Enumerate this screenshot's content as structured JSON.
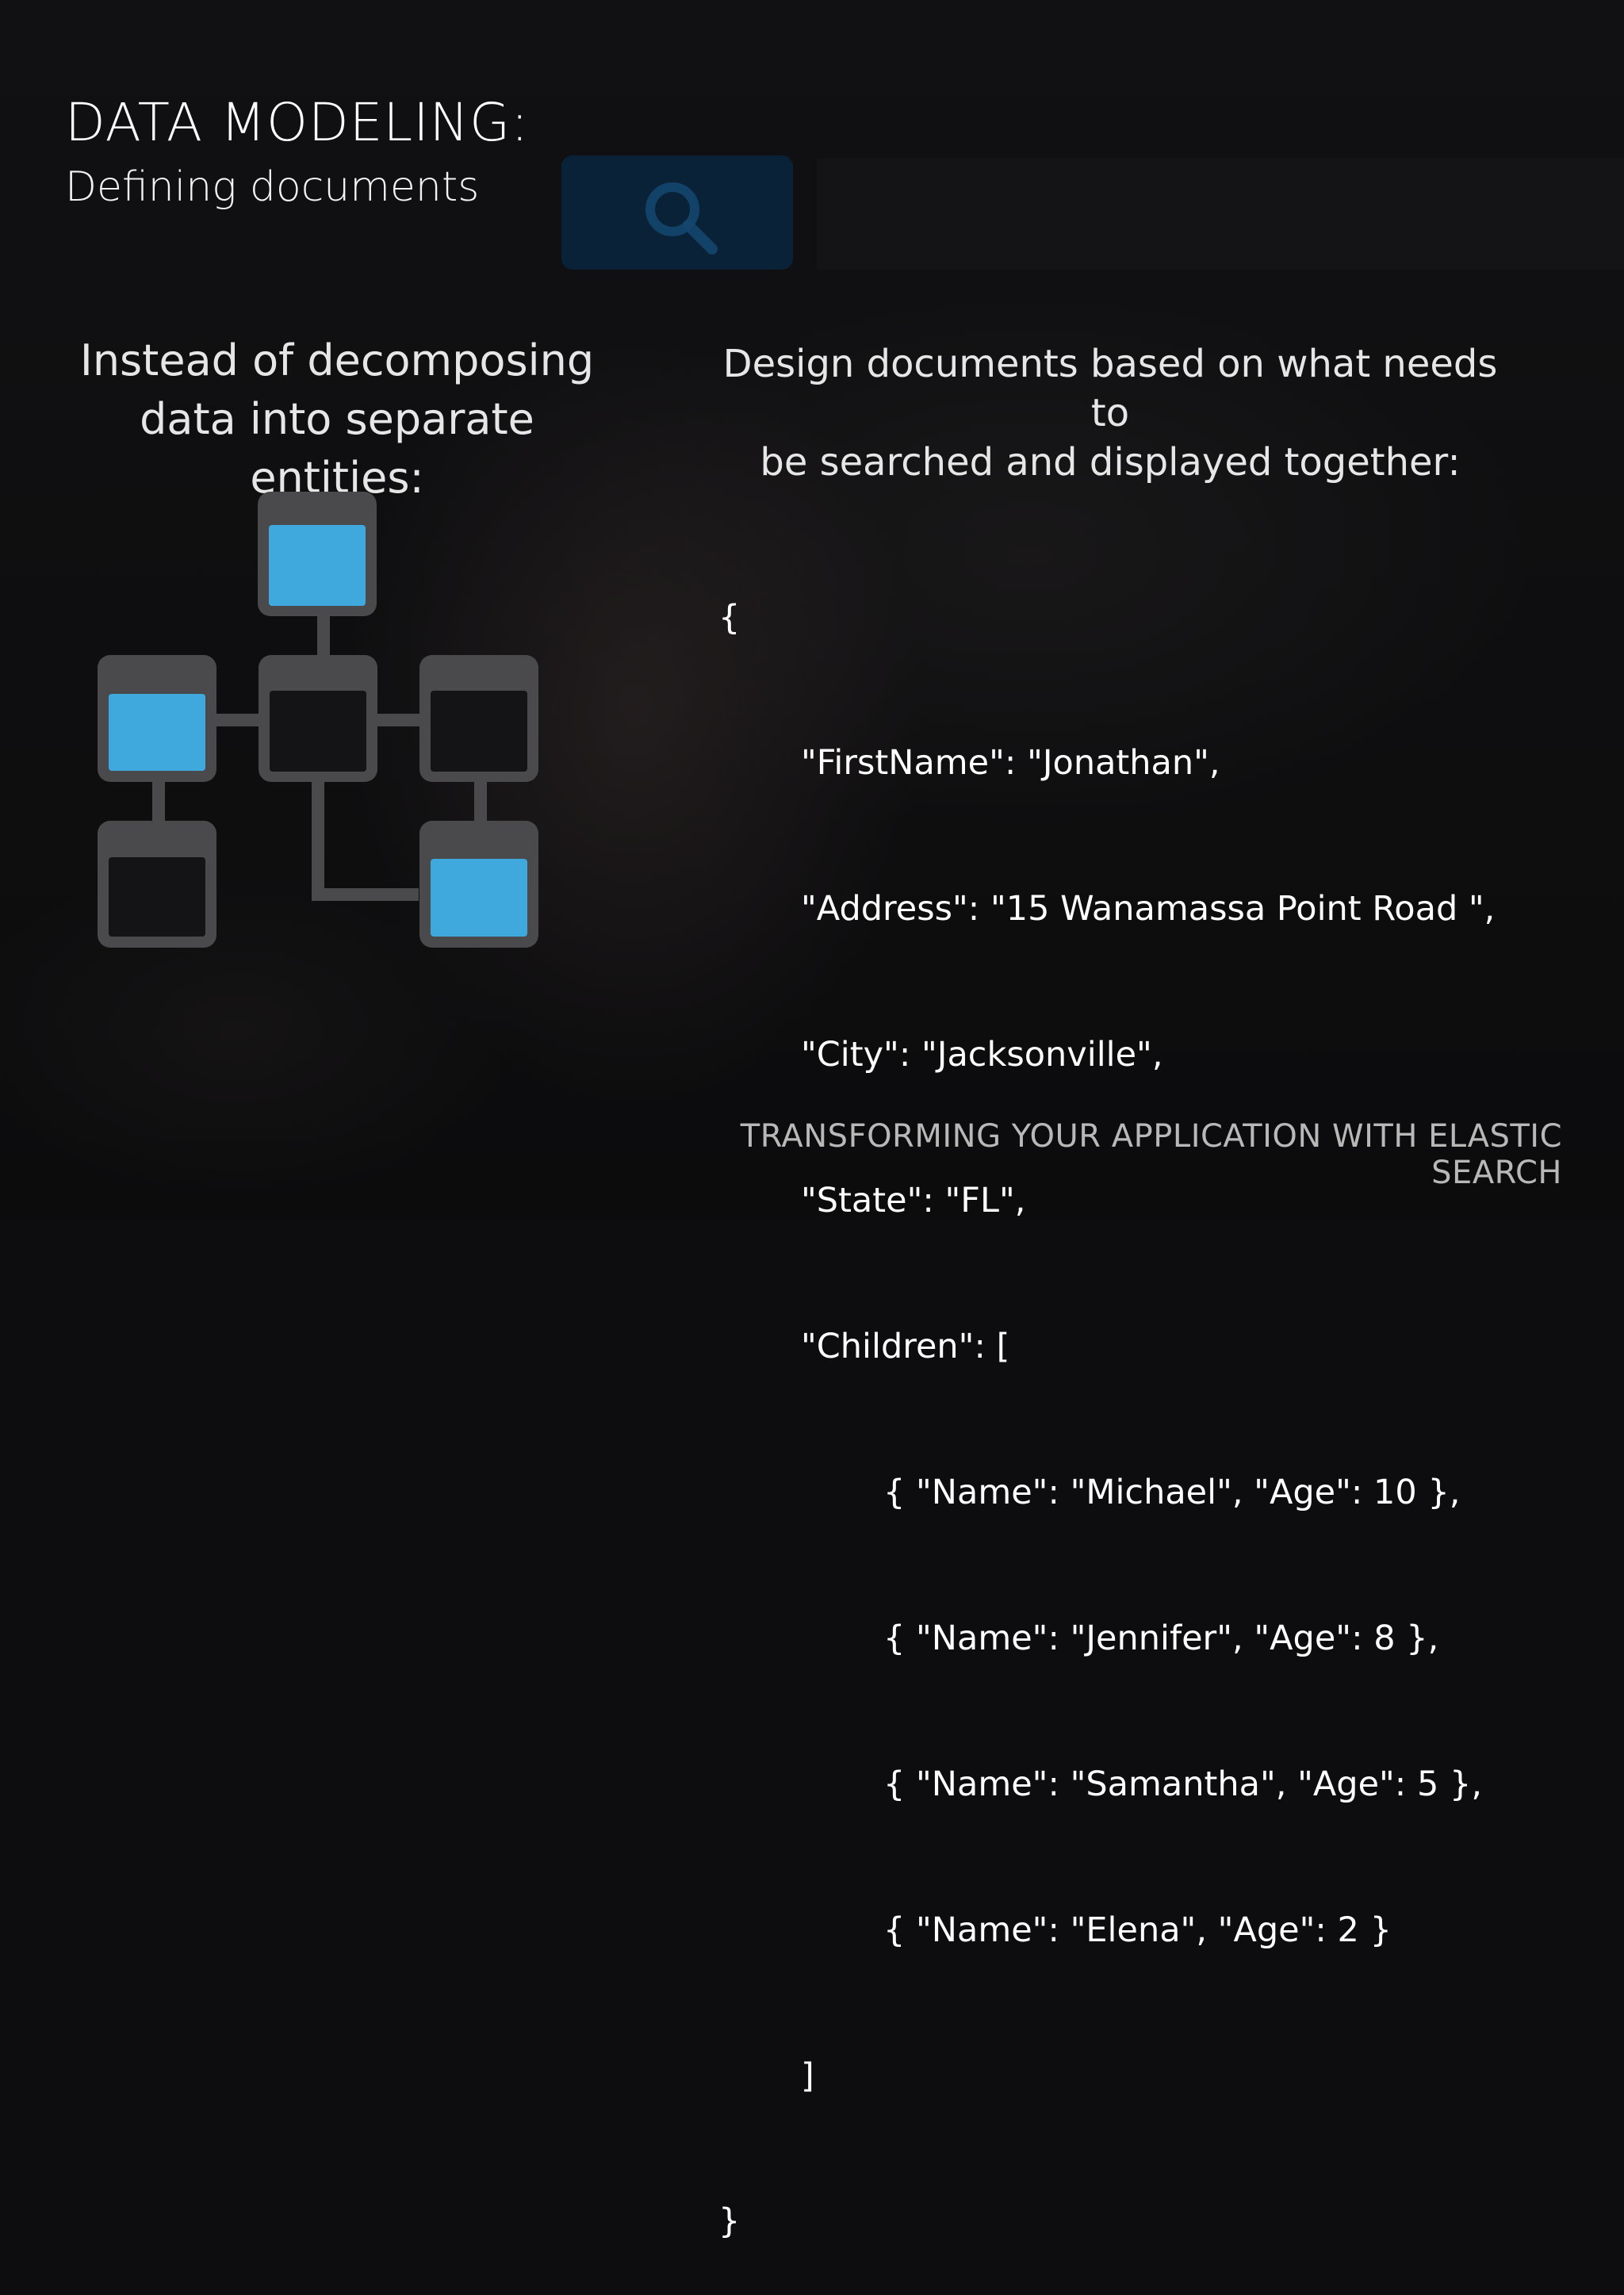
{
  "slide": {
    "title": "DATA MODELING:",
    "subtitle": "Defining documents",
    "left_caption": [
      "Instead of decomposing",
      "data into separate entities:"
    ],
    "right_caption": [
      "Design documents based on what needs to",
      "be searched and displayed together:"
    ],
    "footer": "TRANSFORMING YOUR APPLICATION WITH ELASTIC SEARCH"
  },
  "code": {
    "open_brace": "{",
    "fields": [
      "\"FirstName\": \"Jonathan\",",
      "\"Address\": \"15 Wanamassa Point Road \",",
      "\"City\": \"Jacksonville\",",
      "\"State\": \"FL\",",
      "\"Children\": ["
    ],
    "children": [
      "{ \"Name\": \"Michael\", \"Age\": 10 },",
      "{ \"Name\": \"Jennifer\", \"Age\": 8 },",
      "{ \"Name\": \"Samantha\", \"Age\": 5 },",
      "{ \"Name\": \"Elena\", \"Age\": 2 }"
    ],
    "close_bracket": "]",
    "close_brace": "}"
  },
  "colors": {
    "entity_fill": "#3fa9dd",
    "entity_frame": "#4a4a4d",
    "entity_empty": "#141416"
  },
  "icons": [
    "search-icon",
    "entity-diagram-icon"
  ]
}
